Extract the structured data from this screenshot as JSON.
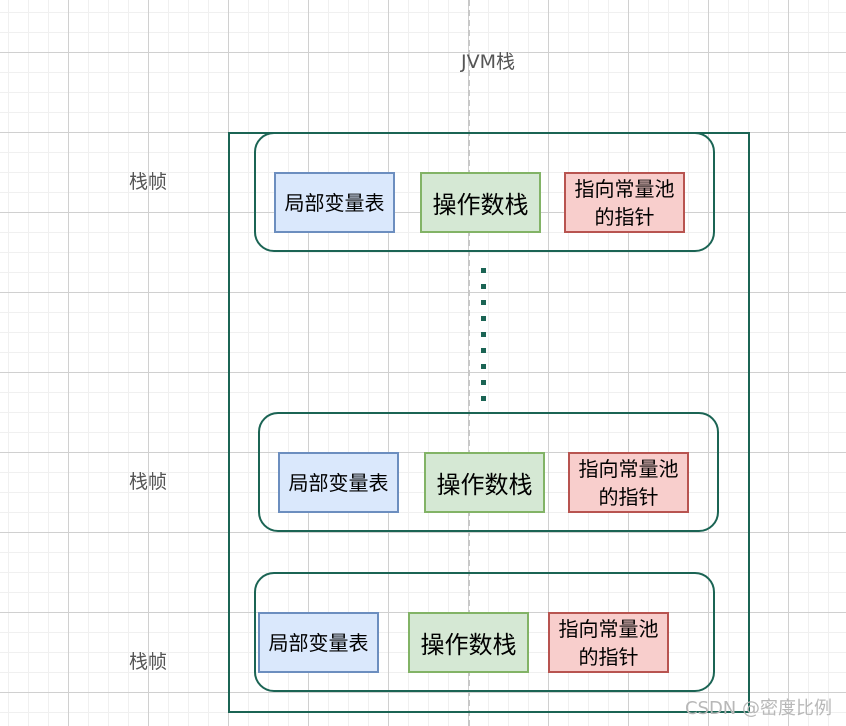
{
  "diagram": {
    "title": "JVM栈",
    "frames": [
      {
        "side_label": "栈帧",
        "local_vars": "局部变量表",
        "operand_stack": "操作数栈",
        "const_pool_ptr": "指向常量池的指针"
      },
      {
        "side_label": "栈帧",
        "local_vars": "局部变量表",
        "operand_stack": "操作数栈",
        "const_pool_ptr": "指向常量池的指针"
      },
      {
        "side_label": "栈帧",
        "local_vars": "局部变量表",
        "operand_stack": "操作数栈",
        "const_pool_ptr": "指向常量池的指针"
      }
    ],
    "ellipsis_dot_count": 9,
    "colors": {
      "container_stroke": "#1b6454",
      "local_vars_fill": "#dae8fc",
      "local_vars_stroke": "#6c8ebf",
      "operand_stack_fill": "#d5e8d4",
      "operand_stack_stroke": "#82b366",
      "const_pool_fill": "#f8cecc",
      "const_pool_stroke": "#b85450"
    }
  },
  "watermark": "CSDN @密度比例"
}
